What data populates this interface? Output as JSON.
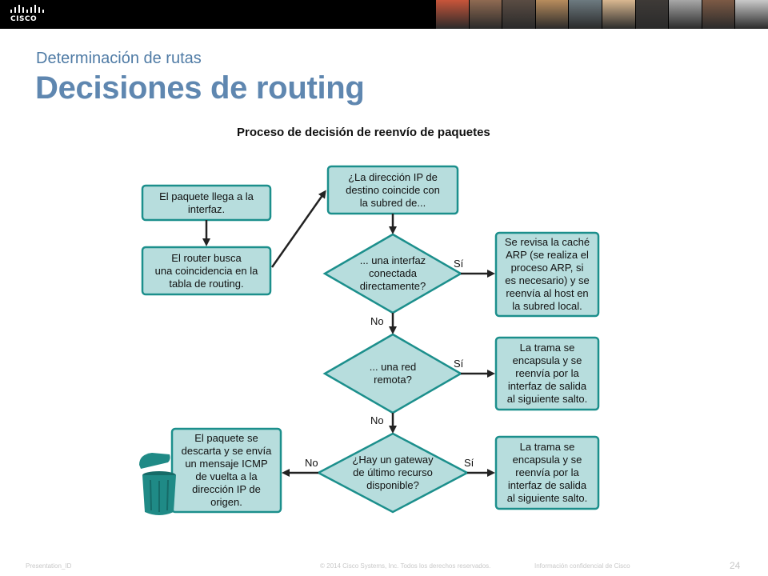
{
  "header": {
    "logo_text": "CISCO",
    "photo_colors": [
      "#c8553a",
      "#8f6a52",
      "#5a4c43",
      "#b78c5d",
      "#6d7a80",
      "#d9b790",
      "#3e3a37",
      "#a7a7a7",
      "#7c5a45",
      "#c9c9c9"
    ]
  },
  "slide": {
    "subtitle": "Determinación de rutas",
    "title": "Decisiones de routing"
  },
  "diagram": {
    "title": "Proceso de decisión de reenvío de paquetes",
    "nodes": {
      "packet_arrives": "El paquete llega a la\ninterfaz.",
      "router_lookup": "El router busca\nuna coincidencia en la\ntabla de routing.",
      "dest_ip_match": "¿La dirección IP de\ndestino coincide con\nla subred de...",
      "connected_iface": "... una interfaz\nconectada\ndirectamente?",
      "arp_check": "Se revisa la caché\nARP (se realiza el\nproceso ARP, si\nes necesario) y se\nreenvía al host en\nla subred local.",
      "remote_network": "... una red\nremota?",
      "encap_next_hop_1": "La trama se\nencapsula y se\nreenvía por la\ninterfaz de salida\nal siguiente salto.",
      "gateway_last_resort": "¿Hay un gateway\nde último recurso\ndisponible?",
      "encap_next_hop_2": "La trama se\nencapsula y se\nreenvía por la\ninterfaz de salida\nal siguiente salto.",
      "drop_packet": "El paquete se\ndescarta y se envía\nun mensaje ICMP\nde vuelta a la\ndirección IP de\norigen."
    },
    "edge_labels": {
      "yes_1": "Sí",
      "no_1": "No",
      "yes_2": "Sí",
      "no_2": "No",
      "yes_3": "Sí",
      "no_3": "No"
    },
    "icon": "trash-bin-icon",
    "colors": {
      "fill": "#b7dddd",
      "stroke": "#1c8f8c",
      "bin": "#1f8a86"
    }
  },
  "footer": {
    "presentation_id": "Presentation_ID",
    "copyright": "© 2014 Cisco Systems, Inc. Todos los derechos reservados.",
    "confidential": "Información confidencial de Cisco",
    "page_number": "24"
  }
}
